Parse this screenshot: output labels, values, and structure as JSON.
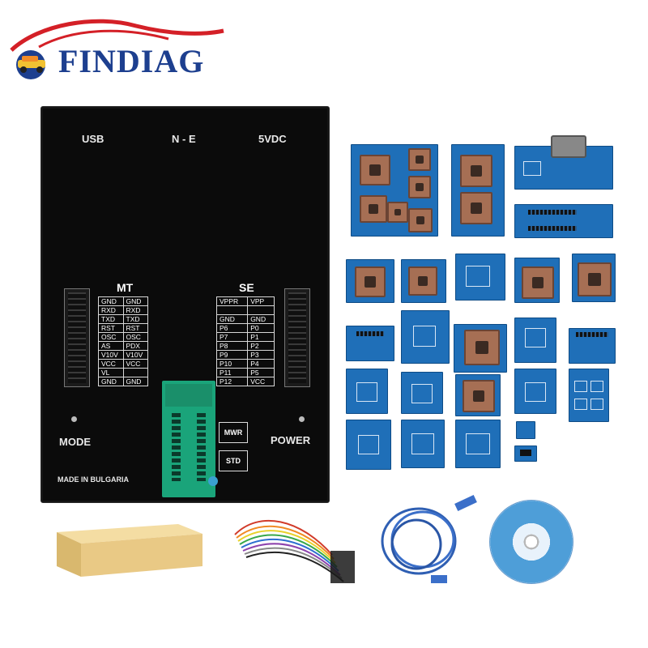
{
  "logo": {
    "text": "FINDIAG",
    "brand_color": "#1d3f8f",
    "accent_color": "#d42027"
  },
  "device": {
    "top_labels": [
      "USB",
      "N - E",
      "5VDC"
    ],
    "mt_header": "MT",
    "se_header": "SE",
    "mt_rows": [
      [
        "GND",
        "GND"
      ],
      [
        "RXD",
        "RXD"
      ],
      [
        "TXD",
        "TXD"
      ],
      [
        "RST",
        "RST"
      ],
      [
        "OSC",
        "OSC"
      ],
      [
        "AS",
        "PDX"
      ],
      [
        "V10V",
        "V10V"
      ],
      [
        "VCC",
        "VCC"
      ],
      [
        "VL",
        ""
      ],
      [
        "GND",
        "GND"
      ]
    ],
    "se_rows": [
      [
        "VPPR",
        "VPP"
      ],
      [
        "",
        ""
      ],
      [
        "GND",
        "GND"
      ],
      [
        "P6",
        "P0"
      ],
      [
        "P7",
        "P1"
      ],
      [
        "P8",
        "P2"
      ],
      [
        "P9",
        "P3"
      ],
      [
        "P10",
        "P4"
      ],
      [
        "P11",
        "P5"
      ],
      [
        "P12",
        "VCC"
      ]
    ],
    "mode_label": "MODE",
    "power_label": "POWER",
    "switch_top": "MWR",
    "switch_bottom": "STD",
    "made_in": "MADE IN BULGARIA"
  },
  "colors": {
    "device_body": "#0b0b0b",
    "board_blue": "#1f6fb8",
    "socket_green": "#1aa47a"
  }
}
